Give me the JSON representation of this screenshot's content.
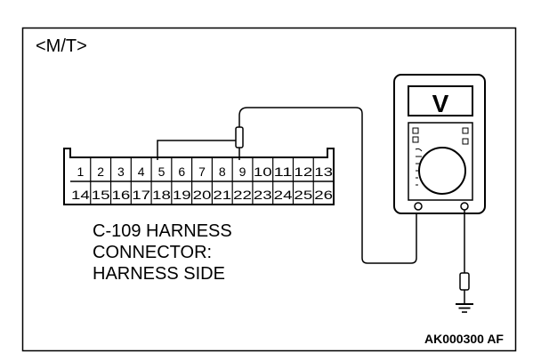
{
  "variant_label": "<M/T>",
  "connector": {
    "caption_lines": [
      "C-109 HARNESS",
      "CONNECTOR:",
      "HARNESS SIDE"
    ],
    "row1": [
      "1",
      "2",
      "3",
      "4",
      "5",
      "6",
      "7",
      "8",
      "9",
      "10",
      "11",
      "12",
      "13"
    ],
    "row2": [
      "14",
      "15",
      "16",
      "17",
      "18",
      "19",
      "20",
      "21",
      "22",
      "23",
      "24",
      "25",
      "26"
    ],
    "probed_pin": "9"
  },
  "meter": {
    "display_symbol": "V"
  },
  "figure_ref": "AK000300 AF"
}
